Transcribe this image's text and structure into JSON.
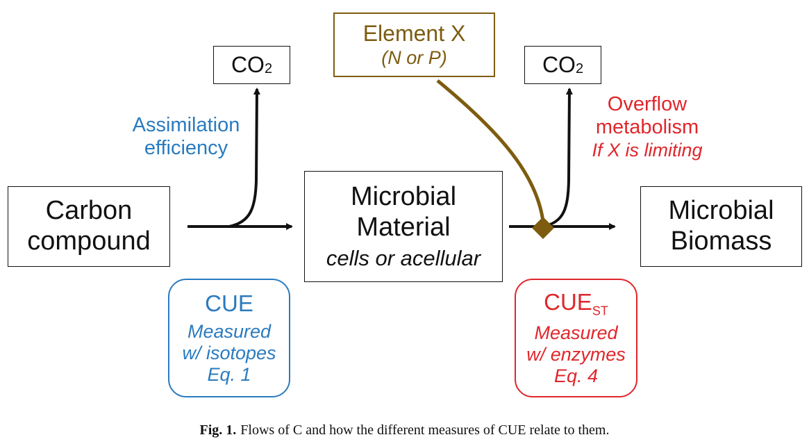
{
  "nodes": {
    "carbon_compound": {
      "line1": "Carbon",
      "line2": "compound"
    },
    "microbial_material": {
      "line1": "Microbial",
      "line2": "Material",
      "sub": "cells or acellular"
    },
    "microbial_biomass": {
      "line1": "Microbial",
      "line2": "Biomass"
    },
    "co2_left": {
      "base": "CO",
      "subscript": "2"
    },
    "co2_right": {
      "base": "CO",
      "subscript": "2"
    },
    "element_x": {
      "title": "Element X",
      "sub": "(N or P)"
    }
  },
  "labels": {
    "assimilation": {
      "line1": "Assimilation",
      "line2": "efficiency"
    },
    "overflow": {
      "line1": "Overflow",
      "line2": "metabolism",
      "line3": "If X is limiting"
    }
  },
  "measures": {
    "cue": {
      "title": "CUE",
      "line1": "Measured",
      "line2": "w/ isotopes",
      "line3": "Eq. 1"
    },
    "cue_st": {
      "title": "CUE",
      "title_sub": "ST",
      "line1": "Measured",
      "line2": "w/ enzymes",
      "line3": "Eq. 4"
    }
  },
  "caption": {
    "fig": "Fig. 1.",
    "text": "Flows of C and how the different measures of CUE relate to them."
  },
  "colors": {
    "blue": "#2a7bbf",
    "red": "#e0262b",
    "gold": "#7d5c10",
    "black": "#111111"
  }
}
